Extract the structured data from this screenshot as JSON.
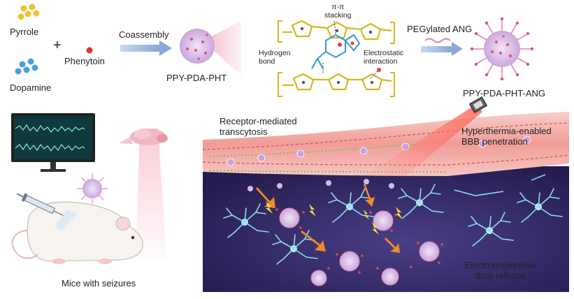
{
  "labels": {
    "pyrrole": "Pyrrole",
    "dopamine": "Dopamine",
    "phenytoin": "Phenytoin",
    "coassembly": "Coassembly",
    "ppy_pda_pht": "PPY-PDA-PHT",
    "pi_stacking": "π-π\nstacking",
    "hydrogen_bond": "Hydrogen\nbond",
    "electrostatic": "Electrostatic\ninteraction",
    "pegylated_ang": "PEGylated ANG",
    "ppy_pda_pht_ang": "PPY-PDA-PHT-ANG",
    "receptor": "Receptor-mediated\ntranscytosis",
    "hyperthermia": "Hyperthermia-enabled\nBBB penetration",
    "electroresponsive": "Electroresponsive\ndrug release",
    "mice": "Mice with seizures",
    "plus": "+"
  },
  "colors": {
    "pyrrole": "#f2c230",
    "dopamine": "#4aa0e0",
    "phenytoin": "#e03030",
    "nanoparticle": "#d9b8e8",
    "brain_bg": "#39306e",
    "vessel": "#f3b3b0",
    "neuron": "#7ad0e0",
    "arrow": "#f08a2a",
    "polymer": "#d8c020"
  }
}
